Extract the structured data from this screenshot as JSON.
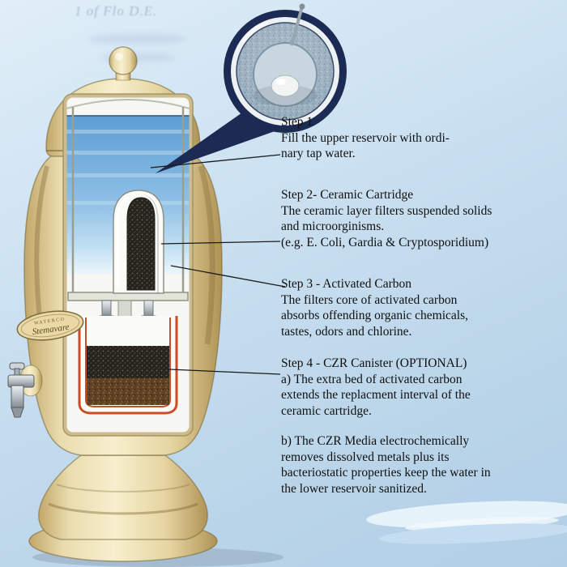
{
  "watermark": {
    "text": "1 of Flo D.E."
  },
  "badge": {
    "brand": "WATERCO",
    "model": "Stemavare"
  },
  "steps": [
    {
      "title": "Step 1",
      "body": "Fill the upper reservoir with ordi-\nnary tap water."
    },
    {
      "title": "Step 2- Ceramic Cartridge",
      "body": "The ceramic layer filters suspended solids\nand microorginisms.\n(e.g. E. Coli, Gardia & Cryptosporidium)"
    },
    {
      "title": "Step 3 - Activated Carbon",
      "body": "The filters core of activated carbon\nabsorbs offending organic chemicals,\ntastes, odors and chlorine."
    },
    {
      "title": "Step 4 - CZR Canister (OPTIONAL)",
      "body_a": "a) The extra bed of activated carbon\nextends the replacment interval of the\nceramic cartridge.",
      "body_b": "b) The CZR Media electrochemically\nremoves dissolved metals plus its\nbacteriostatic properties keep the water in\nthe lower reservoir sanitized."
    }
  ],
  "colors": {
    "background": "#c9dff0",
    "vessel_cream": "#eee2b4",
    "water_blue": "#7db4de",
    "canister_red": "#cf4a26",
    "magnifier_navy": "#1c2b53",
    "carbon_black": "#26231d",
    "czr_brown": "#5f4023"
  }
}
